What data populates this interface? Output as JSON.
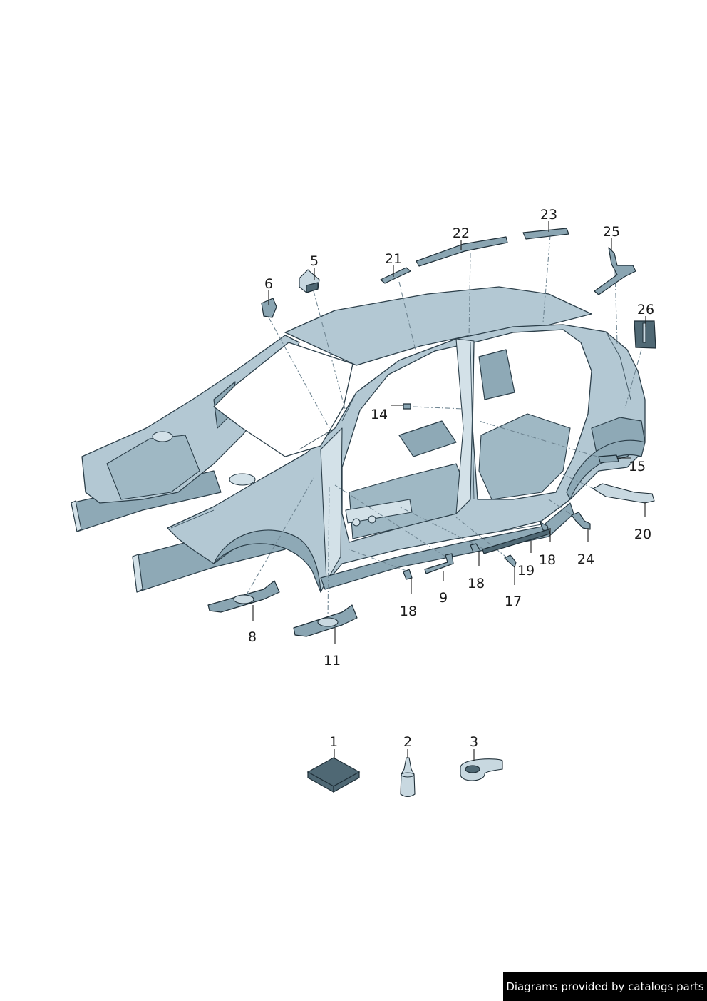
{
  "callouts": [
    {
      "id": "p1",
      "label": "1"
    },
    {
      "id": "p2",
      "label": "2"
    },
    {
      "id": "p3",
      "label": "3"
    },
    {
      "id": "p5",
      "label": "5"
    },
    {
      "id": "p6",
      "label": "6"
    },
    {
      "id": "p8",
      "label": "8"
    },
    {
      "id": "p9",
      "label": "9"
    },
    {
      "id": "p11",
      "label": "11"
    },
    {
      "id": "p14",
      "label": "14"
    },
    {
      "id": "p15",
      "label": "15"
    },
    {
      "id": "p17",
      "label": "17"
    },
    {
      "id": "p18a",
      "label": "18"
    },
    {
      "id": "p18b",
      "label": "18"
    },
    {
      "id": "p18c",
      "label": "18"
    },
    {
      "id": "p19",
      "label": "19"
    },
    {
      "id": "p20",
      "label": "20"
    },
    {
      "id": "p21",
      "label": "21"
    },
    {
      "id": "p22",
      "label": "22"
    },
    {
      "id": "p23",
      "label": "23"
    },
    {
      "id": "p24",
      "label": "24"
    },
    {
      "id": "p25",
      "label": "25"
    },
    {
      "id": "p26",
      "label": "26"
    }
  ],
  "footer": "Diagrams provided by catalogs parts"
}
